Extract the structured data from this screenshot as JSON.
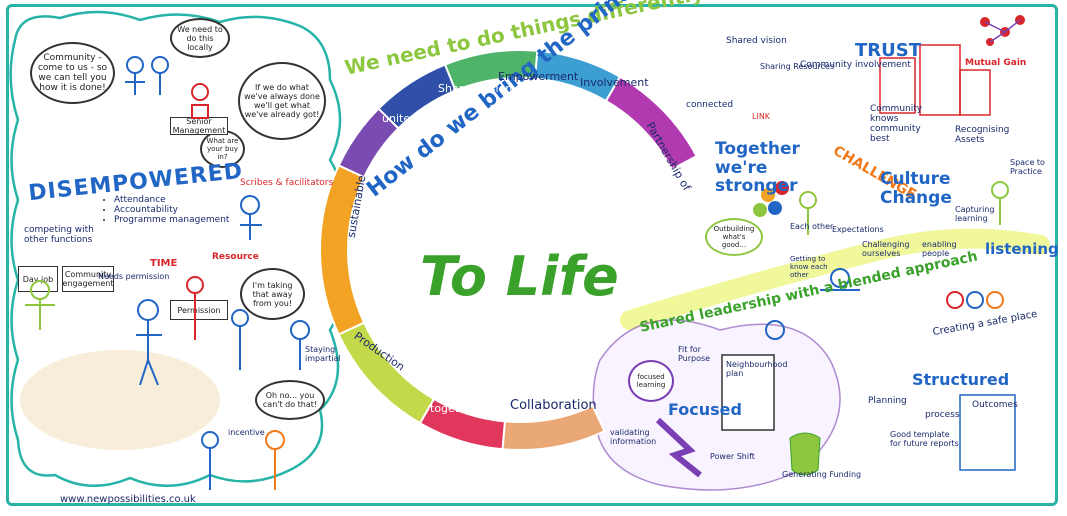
{
  "center": {
    "headline": "We need to do things differently",
    "question": "How do we bring the principles of co-production...",
    "focus": "To Life"
  },
  "wheel_segments": [
    {
      "label": "united",
      "color": "#7a4bb0"
    },
    {
      "label": "Shared vision",
      "color": "#2f4fa8"
    },
    {
      "label": "Empowerment",
      "color": "#4fb36a"
    },
    {
      "label": "Involvement",
      "color": "#3d9fd1"
    },
    {
      "label": "Partnership of",
      "color": "#b23ab0"
    },
    {
      "label": "sustainable",
      "color": "#f2a323"
    },
    {
      "label": "Production",
      "color": "#c4d94a"
    },
    {
      "label": "together",
      "color": "#e2375d"
    },
    {
      "label": "Collaboration",
      "color": "#e9a876"
    }
  ],
  "left_panel": {
    "title": "DISEMPOWERED",
    "community_bubble": "Community - come to us - so we can tell you how it is done!",
    "locally_bubble": "We need to do this locally",
    "always_bubble": "If we do what we've always done we'll get what we've already got!",
    "buy_in_bubble": "What are your buy in?",
    "senior_sign": "Senior Management",
    "scribes": "Scribes & facilitators",
    "bullets": [
      "Attendance",
      "Accountability",
      "Programme management"
    ],
    "competing": "competing with other functions",
    "day_job": "Day job",
    "community_engagement": "Community engagement",
    "needs_permission": "Needs permission",
    "time": "TIME",
    "resource": "Resource",
    "permission": "Permission",
    "taking_away": "I'm taking that away from you!",
    "staying_impartial": "Staying impartial",
    "oh_no": "Oh no... you can't do that!",
    "incentive": "incentive",
    "website": "www.newpossibilities.co.uk"
  },
  "right_panel": {
    "shared_vision": "Shared vision",
    "sharing_resources": "Sharing Resources",
    "connected": "connected",
    "link": "LINK",
    "community_involvement": "Community involvement",
    "trust": "TRUST",
    "community_knows_best": "Community knows community best",
    "recognising_assets": "Recognising Assets",
    "mutual_gain": "Mutual Gain",
    "together_stronger": "Together we're stronger",
    "challenge": "CHALLENGE",
    "culture_change": "Culture Change",
    "space_to_practice": "Space to Practice",
    "outbuilding": "Outbuilding what's good...",
    "each_other": "Each other",
    "expectations": "Expectations",
    "getting_to_know": "Getting to know each other",
    "challenging_ourselves": "Challenging ourselves",
    "enabling_people": "enabling people",
    "capturing_learning": "Capturing learning",
    "listening": "listening",
    "shared_leadership": "Shared leadership with a blended approach",
    "safe_place": "Creating a safe place",
    "focused_learning": "focused learning",
    "fit_for_purpose": "Fit for Purpose",
    "neighbourhood_plan": "Neighbourhood plan",
    "focused": "Focused",
    "validating": "validating information",
    "power_shift": "Power Shift",
    "generating_funding": "Generating Funding",
    "structured": "Structured",
    "planning": "Planning",
    "process": "process",
    "outcomes": "Outcomes",
    "good_template": "Good template for future reports"
  },
  "colors": {
    "teal_border": "#27b3a8",
    "navy_ink": "#1a2a6c",
    "lime": "#8dc63f",
    "green_focus": "#3aa12a",
    "purple": "#7a3fb3",
    "orange": "#f07a1a",
    "red": "#d9262b",
    "blue": "#2166c4"
  }
}
